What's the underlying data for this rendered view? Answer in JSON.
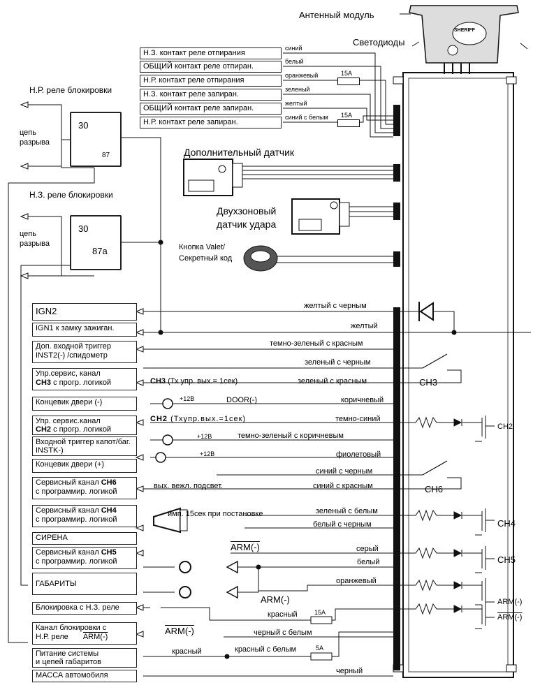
{
  "top": {
    "antenna_module": "Антенный модуль",
    "leds": "Светодиоды",
    "brand": "SHERIFF"
  },
  "unlock_lock_block": {
    "rows": [
      {
        "label": "Н.З. контакт реле отпирания",
        "wire": "синий",
        "fuse": ""
      },
      {
        "label": "ОБЩИЙ контакт реле отпиран.",
        "wire": "белый",
        "fuse": ""
      },
      {
        "label": "Н.Р. контакт реле отпирания",
        "wire": "оранжевый",
        "fuse": "15А"
      },
      {
        "label": "Н.З. контакт реле запиран.",
        "wire": "зеленый",
        "fuse": ""
      },
      {
        "label": "ОБЩИЙ контакт реле запиран.",
        "wire": "желтый",
        "fuse": ""
      },
      {
        "label": "Н.Р. контакт реле запиран.",
        "wire": "синий с белым",
        "fuse": "15А"
      }
    ]
  },
  "relays": {
    "nr_relay_title": "Н.Р. реле блокировки",
    "nz_relay_title": "Н.З. реле блокировки",
    "circuit_break": "цепь разрыва",
    "pin30": "30",
    "pin87": "87",
    "pin87a": "87a"
  },
  "sensors": {
    "extra_sensor": "Дополнительный датчик",
    "shock_sensor_line1": "Двухзоновый",
    "shock_sensor_line2": "датчик удара",
    "valet_line1": "Кнопка Valet/",
    "valet_line2": "Секретный код"
  },
  "left_labels": {
    "ign2": "IGN2",
    "ign1": "IGN1 к замку зажиган.",
    "trig1": "Доп. входной триггер INST2(-) /спидометр",
    "ch3_a": "Упр.сервис, канал",
    "ch3_b": "CH3",
    "ch3_c": " с прогр. логикой",
    "door_minus": "Концевик двери (-)",
    "ch2_a": "Упр. сервис.канал",
    "ch2_b": "CH2",
    "ch2_c": " с прогр. логикой",
    "trig2": "Входной триггер капот/баг. INSTK-)",
    "door_plus": "Концевик двери (+)",
    "ch6_a": "Сервисный канал ",
    "ch6_b": "CH6",
    "ch6_c": "с программир. логикой",
    "ch4_a": "Сервисный канал ",
    "ch4_b": "CH4",
    "ch4_c": "с программир. логикой",
    "siren": "СИРЕНА",
    "ch5_a": "Сервисный канал ",
    "ch5_b": "CH5",
    "ch5_c": "с программир. логикой",
    "parking": "ГАБАРИТЫ",
    "nz_block": "Блокировка с Н.З. реле",
    "block_ch_a": "Канал блокировки с",
    "block_ch_b": "Н.Р. реле",
    "power_a": "Питание системы",
    "power_b": "и цепей габаритов",
    "ground": "МАССА автомобиля"
  },
  "wires": {
    "yellow_black": "желтый с черным",
    "yellow": "желтый",
    "darkgreen_red": "темно-зеленый с красным",
    "green_black": "зеленый с черным",
    "green_red": "зеленый с красным",
    "brown": "коричневый",
    "darkblue": "темно-синий",
    "darkgreen_brown": "темно-зеленый с коричневым",
    "violet": "фиолетовый",
    "blue_black": "синий с черным",
    "blue_red": "синий с красным",
    "green_white": "зеленый с белым",
    "white_black": "белый с черным",
    "gray": "серый",
    "white": "белый",
    "orange": "оранжевый",
    "red": "красный",
    "black_white": "черный с белым",
    "red_white": "красный с белым",
    "red2": "красный",
    "black": "черный"
  },
  "annotations": {
    "ch3_note_a": "CH3",
    "ch3_note_b": " (Тх упр. вых.= 1сек)",
    "ch2_note_a": "CH2",
    "ch2_note_b": " (Тхупр.вых.=1сек)",
    "plus12": "+12В",
    "door_minus_tag": "DOOR(-)",
    "interior_light": "вых. вежл. подсвет.",
    "pulse": "имп. 15сек при постановке",
    "arm_minus": "ARM(-)",
    "arm_minus_plain": "ARM(-)",
    "fuse15": "15А",
    "fuse5": "5А"
  },
  "right_outputs": {
    "ch3": "CH3",
    "ch2": "CH2",
    "ch6": "CH6",
    "ch4": "CH4",
    "ch5": "CH5",
    "arm1": "ARM(-)",
    "arm2": "ARM(-)"
  }
}
